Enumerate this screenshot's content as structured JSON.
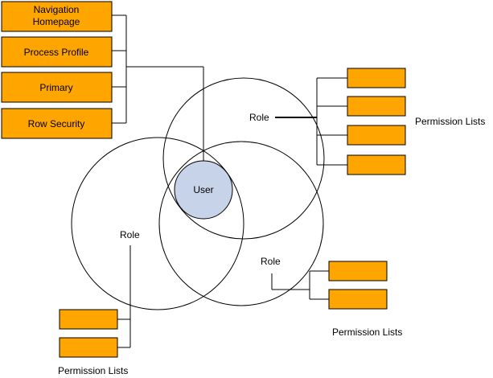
{
  "colors": {
    "box_fill": "#FFA500",
    "user_fill": "#C6D3E8",
    "stroke": "#000000",
    "background": "#FFFFFF"
  },
  "user": {
    "label": "User"
  },
  "user_profile": {
    "items": [
      {
        "lines": [
          "Navigation",
          "Homepage"
        ]
      },
      {
        "lines": [
          "Process Profile"
        ]
      },
      {
        "lines": [
          "Primary"
        ]
      },
      {
        "lines": [
          "Row Security"
        ]
      }
    ]
  },
  "roles": [
    {
      "label": "Role",
      "permission_list_count": 4,
      "permission_lists_label": "Permission Lists"
    },
    {
      "label": "Role",
      "permission_list_count": 2,
      "permission_lists_label": "Permission Lists"
    },
    {
      "label": "Role",
      "permission_list_count": 2,
      "permission_lists_label": "Permission Lists"
    }
  ]
}
